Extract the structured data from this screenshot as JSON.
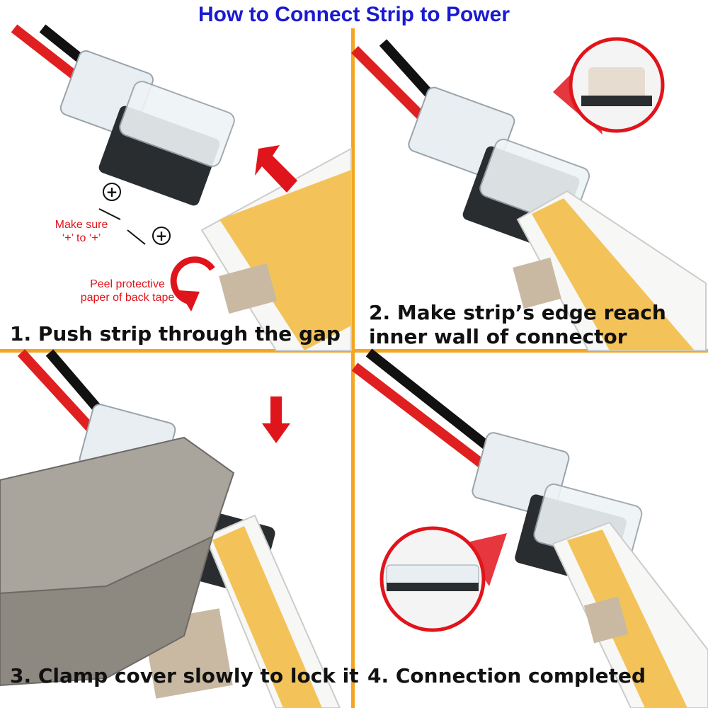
{
  "title": "How to Connect Strip to Power",
  "colors": {
    "title": "#1a1ad0",
    "divider": "#f2a623",
    "accent_red": "#e0141b",
    "strip_yellow": "#f3c35a"
  },
  "steps": [
    {
      "caption": "1. Push strip through the gap"
    },
    {
      "caption_line1": "2. Make strip’s edge reach",
      "caption_line2": "inner wall of connector"
    },
    {
      "caption": "3. Clamp cover slowly to lock it"
    },
    {
      "caption": "4. Connection completed"
    }
  ],
  "notes": {
    "polarity_line1": "Make sure",
    "polarity_line2": "‘+’ to ‘+’",
    "peel_line1": "Peel protective",
    "peel_line2": "paper of back tape",
    "plus_symbol": "+"
  },
  "icons": [
    "red-arrow-icon",
    "curved-arrow-icon",
    "plus-sign-icon",
    "down-arrow-icon"
  ]
}
